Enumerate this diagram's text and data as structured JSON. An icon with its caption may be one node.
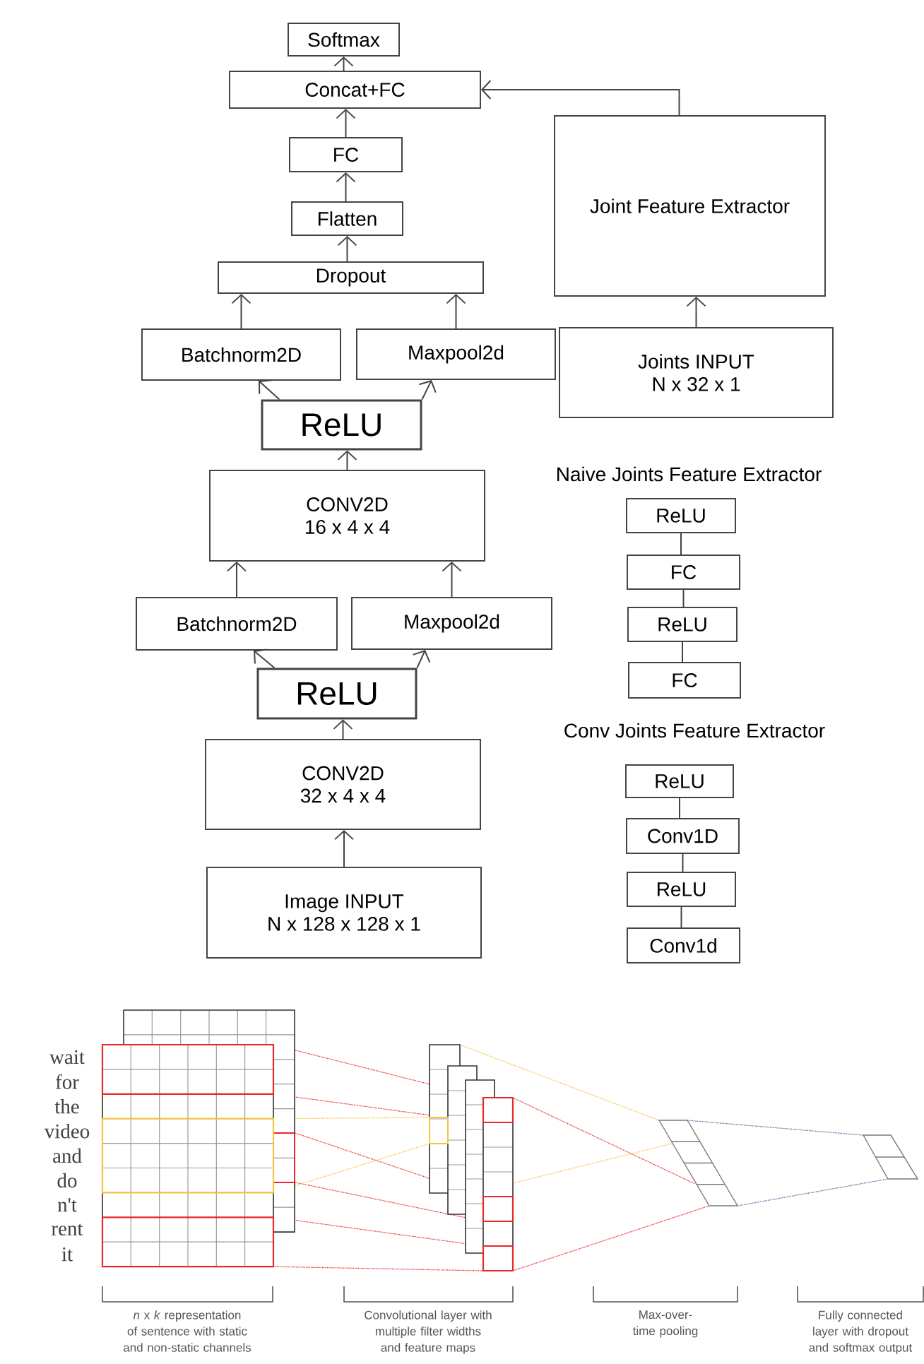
{
  "diagram": {
    "nodes": [
      {
        "text": [
          "Softmax"
        ]
      },
      {
        "text": [
          "Concat+FC"
        ]
      },
      {
        "text": [
          "Joint Feature Extractor"
        ]
      },
      {
        "text": [
          "FC"
        ]
      },
      {
        "text": [
          "Flatten"
        ]
      },
      {
        "text": [
          "Dropout"
        ]
      },
      {
        "text": [
          "Batchnorm2D"
        ]
      },
      {
        "text": [
          "Maxpool2d"
        ]
      },
      {
        "text": [
          "Joints INPUT",
          "N x 32 x 1"
        ]
      },
      {
        "text": [
          "ReLU"
        ]
      },
      {
        "text": [
          "CONV2D",
          "16 x 4 x 4"
        ]
      },
      {
        "text": [
          "Batchnorm2D"
        ]
      },
      {
        "text": [
          "Maxpool2d"
        ]
      },
      {
        "text": [
          "ReLU"
        ]
      },
      {
        "text": [
          "CONV2D",
          "32 x 4 x 4"
        ]
      },
      {
        "text": [
          "Image INPUT",
          "N x 128 x 128 x 1"
        ]
      },
      {
        "text": [
          "ReLU"
        ]
      },
      {
        "text": [
          "FC"
        ]
      },
      {
        "text": [
          "ReLU"
        ]
      },
      {
        "text": [
          "FC"
        ]
      },
      {
        "text": [
          "ReLU"
        ]
      },
      {
        "text": [
          "Conv1D"
        ]
      },
      {
        "text": [
          "ReLU"
        ]
      },
      {
        "text": [
          "Conv1d"
        ]
      }
    ],
    "edges": [
      {
        "from": 15,
        "to": 14,
        "arrow": "to"
      },
      {
        "from": 14,
        "to": 13,
        "arrow": "to"
      },
      {
        "from": 13,
        "to": 11,
        "arrow": "to"
      },
      {
        "from": 13,
        "to": 12,
        "arrow": "to"
      },
      {
        "from": 11,
        "to": 10,
        "arrow": "to"
      },
      {
        "from": 12,
        "to": 10,
        "arrow": "to"
      },
      {
        "from": 10,
        "to": 9,
        "arrow": "to"
      },
      {
        "from": 9,
        "to": 6,
        "arrow": "to"
      },
      {
        "from": 9,
        "to": 7,
        "arrow": "to"
      },
      {
        "from": 6,
        "to": 5,
        "arrow": "to"
      },
      {
        "from": 7,
        "to": 5,
        "arrow": "to"
      },
      {
        "from": 5,
        "to": 4,
        "arrow": "to"
      },
      {
        "from": 4,
        "to": 3,
        "arrow": "to"
      },
      {
        "from": 3,
        "to": 1,
        "arrow": "to"
      },
      {
        "from": 1,
        "to": 0,
        "arrow": "to"
      },
      {
        "from": 8,
        "to": 2,
        "arrow": "to"
      },
      {
        "from": 2,
        "to": 1,
        "arrow": "to"
      },
      {
        "from": 16,
        "to": 17,
        "arrow": "none"
      },
      {
        "from": 17,
        "to": 18,
        "arrow": "none"
      },
      {
        "from": 18,
        "to": 19,
        "arrow": "none"
      },
      {
        "from": 20,
        "to": 21,
        "arrow": "none"
      },
      {
        "from": 21,
        "to": 22,
        "arrow": "none"
      },
      {
        "from": 22,
        "to": 23,
        "arrow": "none"
      }
    ],
    "labels": [
      "Naive Joints Feature Extractor",
      "Conv Joints Feature Extractor",
      "wait",
      "for",
      "the",
      "video",
      "and",
      "do",
      "n't",
      "rent",
      "it",
      "*n* x *k* representation of sentence with static and non-static channels",
      "Convolutional layer with multiple filter widths and feature maps",
      "Max-over-time pooling",
      "Fully connected layer with dropout and softmax output"
    ]
  }
}
